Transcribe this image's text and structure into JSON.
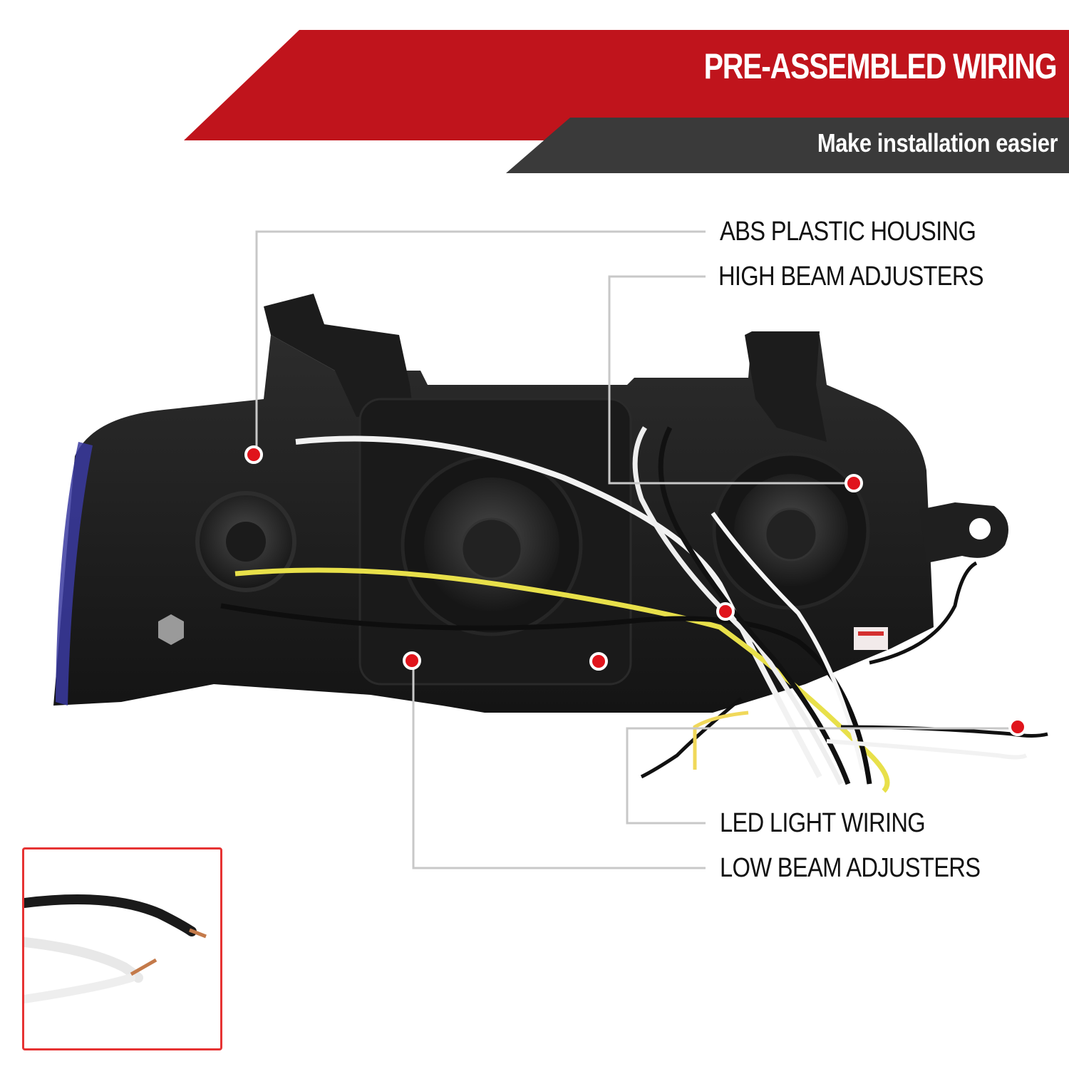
{
  "banner": {
    "title": "PRE-ASSEMBLED WIRING",
    "subtitle": "Make installation easier",
    "colors": {
      "primary": "#c0141c",
      "secondary": "#3a3a3a"
    }
  },
  "callouts": [
    {
      "id": "abs-housing",
      "label": "ABS PLASTIC HOUSING"
    },
    {
      "id": "high-beam",
      "label": "HIGH BEAM ADJUSTERS"
    },
    {
      "id": "led-wiring",
      "label": "LED LIGHT WIRING"
    },
    {
      "id": "low-beam",
      "label": "LOW BEAM ADJUSTERS"
    }
  ],
  "colors": {
    "marker": "#e0141c",
    "leader_line": "#c8c8c8",
    "inset_border": "#e63333",
    "housing": "#1f1f1f"
  }
}
